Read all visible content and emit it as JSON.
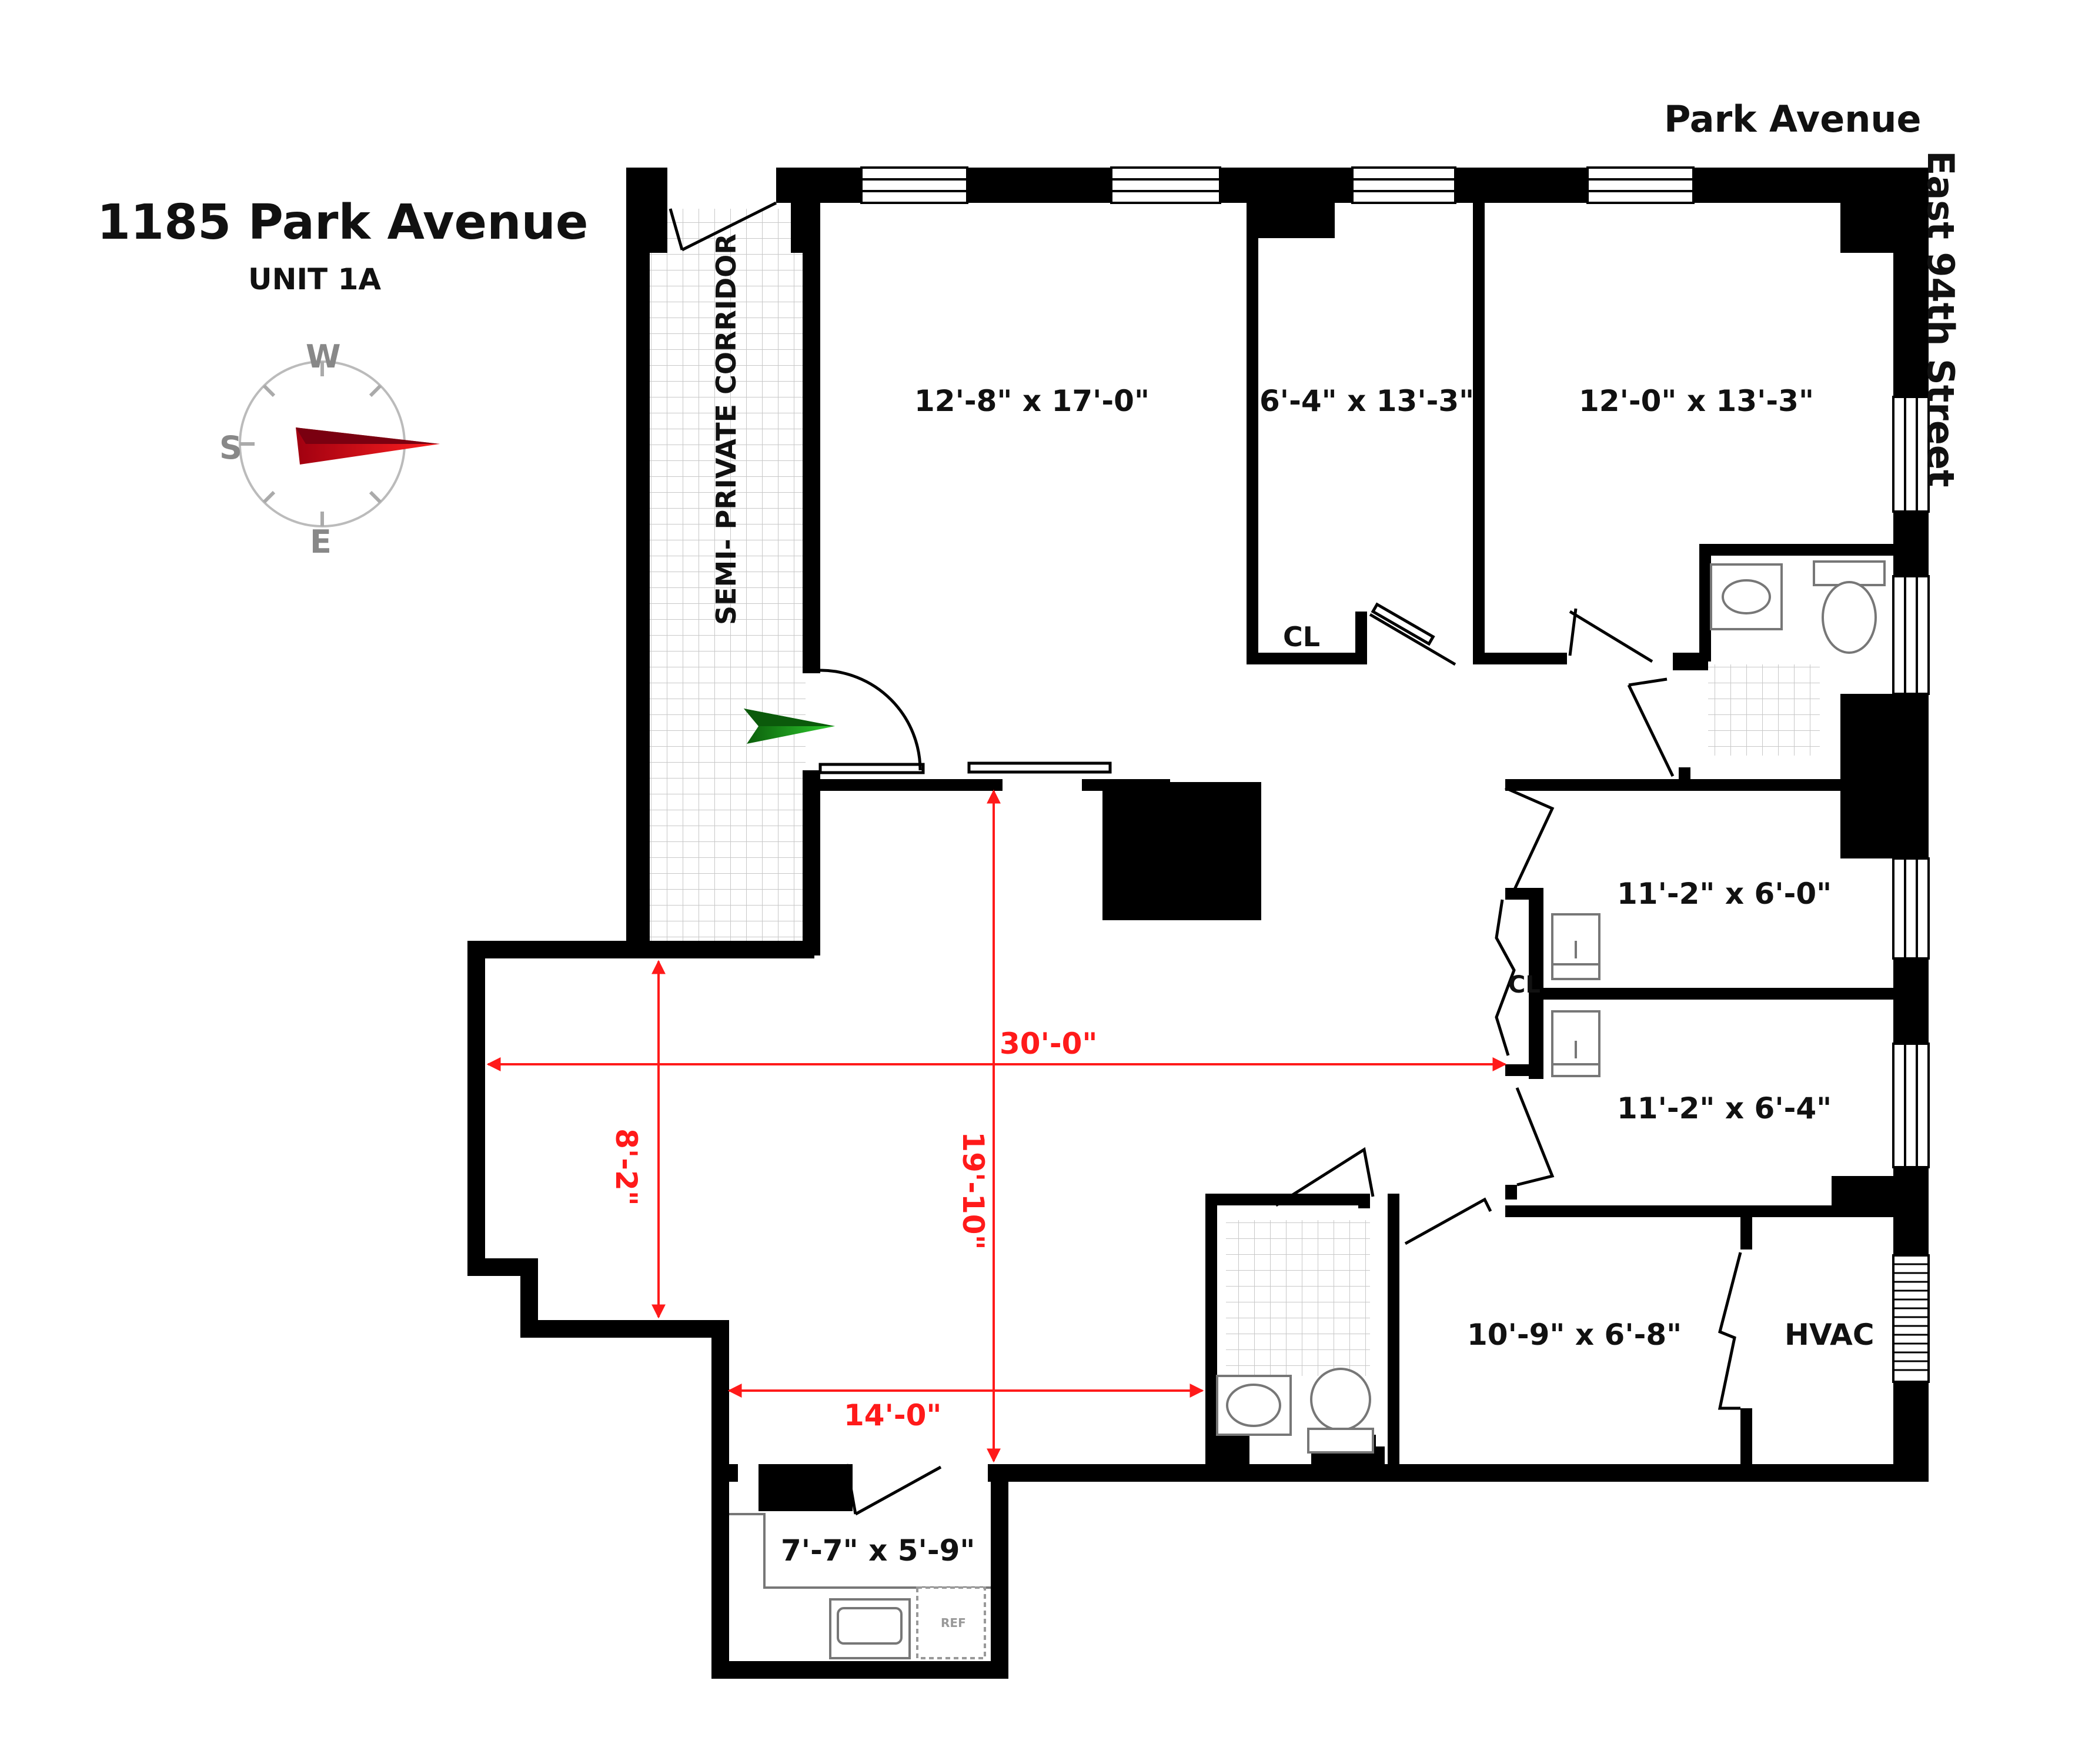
{
  "header": {
    "title": "1185 Park Avenue",
    "unit": "UNIT 1A"
  },
  "streets": {
    "north": "Park Avenue",
    "east": "East 94th Street"
  },
  "compass": {
    "top": "W",
    "left": "S",
    "bottom": "E",
    "needle_color": "#e0001a"
  },
  "corridor": {
    "label": "SEMI- PRIVATE CORRIDOR"
  },
  "rooms": {
    "living_north": "12'-8\" x 17'-0\"",
    "bedroom_small": "6'-4\" x 13'-3\"",
    "bedroom_corner": "12'-0\" x 13'-3\"",
    "room_upper_right": "11'-2\" x 6'-0\"",
    "room_lower_right": "11'-2\" x 6'-4\"",
    "room_bottom": "10'-9\" x 6'-8\"",
    "kitchen": "7'-7\" x 5'-9\"",
    "hvac": "HVAC",
    "closet_1": "CL",
    "closet_2": "CL",
    "refrigerator": "REF"
  },
  "dimensions": {
    "width_main": "30'-0\"",
    "height_main": "19'-10\"",
    "height_left": "8'-2\"",
    "width_lower": "14'-0\"",
    "color": "#ff1a1a"
  },
  "colors": {
    "wall": "#000000",
    "entry_arrow": "#1a9a1a",
    "tile": "#c8c8c8"
  }
}
